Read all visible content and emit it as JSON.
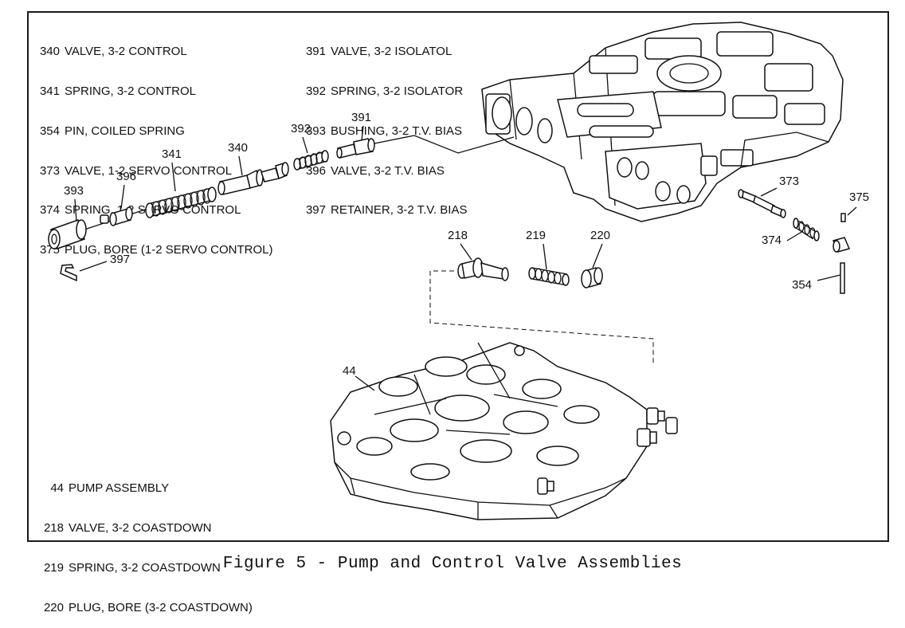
{
  "caption": "Figure 5 - Pump and Control Valve Assemblies",
  "legend_left": [
    {
      "num": "340",
      "text": "VALVE, 3-2 CONTROL"
    },
    {
      "num": "341",
      "text": "SPRING, 3-2 CONTROL"
    },
    {
      "num": "354",
      "text": "PIN, COILED SPRING"
    },
    {
      "num": "373",
      "text": "VALVE, 1-2 SERVO CONTROL"
    },
    {
      "num": "374",
      "text": "SPRING, 1-2 SERVO CONTROL"
    },
    {
      "num": "375",
      "text": "PLUG, BORE (1-2 SERVO CONTROL)"
    }
  ],
  "legend_right": [
    {
      "num": "391",
      "text": "VALVE, 3-2 ISOLATOL"
    },
    {
      "num": "392",
      "text": "SPRING, 3-2 ISOLATOR"
    },
    {
      "num": "393",
      "text": "BUSHING, 3-2 T.V. BIAS"
    },
    {
      "num": "396",
      "text": "VALVE, 3-2 T.V. BIAS"
    },
    {
      "num": "397",
      "text": "RETAINER, 3-2 T.V. BIAS"
    }
  ],
  "legend_bottom": [
    {
      "num": "44",
      "text": "PUMP ASSEMBLY"
    },
    {
      "num": "218",
      "text": "VALVE, 3-2 COASTDOWN"
    },
    {
      "num": "219",
      "text": "SPRING, 3-2 COASTDOWN"
    },
    {
      "num": "220",
      "text": "PLUG, BORE (3-2 COASTDOWN)"
    }
  ],
  "callouts": {
    "c393": "393",
    "c396": "396",
    "c341": "341",
    "c340": "340",
    "c392": "392",
    "c391": "391",
    "c397": "397",
    "c218": "218",
    "c219": "219",
    "c220": "220",
    "c373": "373",
    "c375": "375",
    "c374": "374",
    "c354": "354",
    "c44": "44"
  }
}
